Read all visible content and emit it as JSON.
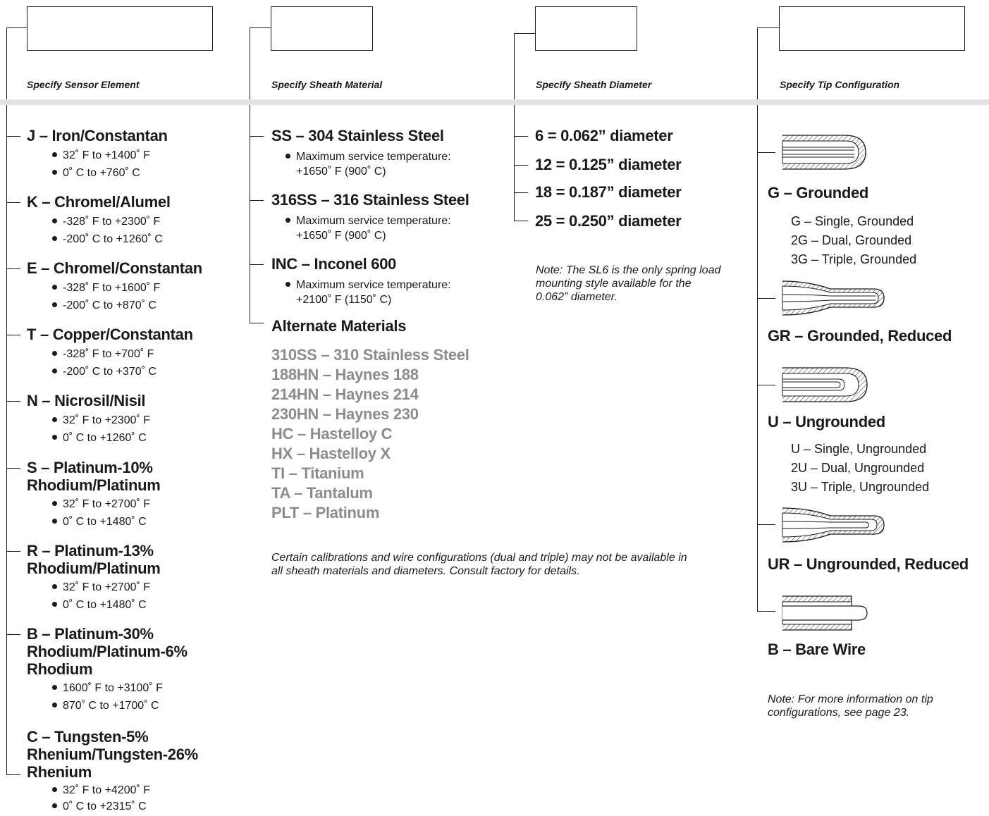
{
  "headers": {
    "sensor": "Specify Sensor Element",
    "material": "Specify Sheath Material",
    "diameter": "Specify Sheath Diameter",
    "tip": "Specify Tip Configuration"
  },
  "sensors": [
    {
      "title": "J – Iron/Constantan",
      "bullets": [
        "32˚ F to +1400˚ F",
        "0˚ C to +760˚ C"
      ]
    },
    {
      "title": "K – Chromel/Alumel",
      "bullets": [
        "-328˚ F to +2300˚ F",
        "-200˚ C to +1260˚ C"
      ]
    },
    {
      "title": "E – Chromel/Constantan",
      "bullets": [
        "-328˚ F to +1600˚ F",
        "-200˚ C to +870˚ C"
      ]
    },
    {
      "title": "T – Copper/Constantan",
      "bullets": [
        "-328˚ F to +700˚ F",
        "-200˚ C to +370˚ C"
      ]
    },
    {
      "title": "N – Nicrosil/Nisil",
      "bullets": [
        "32˚ F to +2300˚ F",
        "0˚ C to +1260˚ C"
      ]
    },
    {
      "title": "S – Platinum-10%",
      "title2": "Rhodium/Platinum",
      "bullets": [
        "32˚ F to +2700˚ F",
        "0˚ C to +1480˚ C"
      ]
    },
    {
      "title": "R – Platinum-13%",
      "title2": "Rhodium/Platinum",
      "bullets": [
        "32˚ F to +2700˚ F",
        "0˚ C to +1480˚ C"
      ]
    },
    {
      "title": "B – Platinum-30%",
      "title2": "Rhodium/Platinum-6%",
      "title3": "Rhodium",
      "bullets": [
        "1600˚ F to +3100˚ F",
        "870˚ C to +1700˚ C"
      ]
    },
    {
      "title": "C – Tungsten-5%",
      "title2": "Rhenium/Tungsten-26%",
      "title3": "Rhenium",
      "bullets": [
        "32˚ F to +4200˚ F",
        "0˚ C to +2315˚ C"
      ]
    }
  ],
  "materials": [
    {
      "title": "SS – 304 Stainless Steel",
      "bullet": "Maximum service temperature:",
      "bullet2": "+1650˚ F (900˚ C)"
    },
    {
      "title": "316SS – 316 Stainless Steel",
      "bullet": "Maximum service temperature:",
      "bullet2": "+1650˚ F (900˚ C)"
    },
    {
      "title": "INC – Inconel 600",
      "bullet": "Maximum service temperature:",
      "bullet2": "+2100˚ F (1150˚ C)"
    },
    {
      "title": "Alternate Materials"
    }
  ],
  "alternate": [
    "310SS – 310 Stainless Steel",
    "188HN – Haynes 188",
    "214HN – Haynes 214",
    "230HN – Haynes 230",
    "HC – Hastelloy C",
    "HX – Hastelloy X",
    "TI – Titanium",
    "TA – Tantalum",
    "PLT – Platinum"
  ],
  "material_note": "Certain calibrations and wire configurations (dual and triple) may not be available in all sheath materials and diameters. Consult factory for details.",
  "diameters": [
    "6 = 0.062” diameter",
    "12 = 0.125” diameter",
    "18 = 0.187” diameter",
    "25 = 0.250” diameter"
  ],
  "diameter_note": "Note: The SL6 is the only spring load mounting style available for the 0.062” diameter.",
  "tips": [
    {
      "title": "G – Grounded",
      "subs": [
        "G – Single, Grounded",
        "2G – Dual, Grounded",
        "3G – Triple, Grounded"
      ]
    },
    {
      "title": "GR – Grounded, Reduced",
      "subs": []
    },
    {
      "title": "U – Ungrounded",
      "subs": [
        "U – Single, Ungrounded",
        "2U – Dual, Ungrounded",
        "3U – Triple, Ungrounded"
      ]
    },
    {
      "title": "UR – Ungrounded, Reduced",
      "subs": []
    },
    {
      "title": "B – Bare Wire",
      "subs": []
    }
  ],
  "tip_note": "Note: For more information on tip configurations, see page 23.",
  "colors": {
    "ink": "#1a1a1a",
    "gray_text": "#8c8c8c",
    "band": "#e3e3e3"
  },
  "icons": [
    "grounded-tip-icon",
    "grounded-reduced-tip-icon",
    "ungrounded-tip-icon",
    "ungrounded-reduced-tip-icon",
    "bare-wire-tip-icon"
  ]
}
